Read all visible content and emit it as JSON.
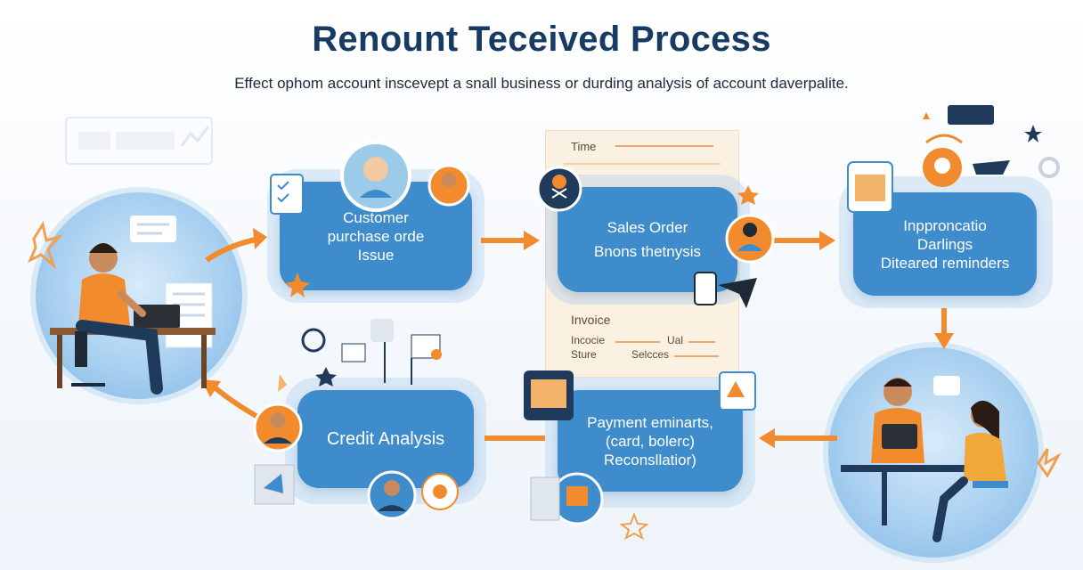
{
  "title": "Renount Teceived Process",
  "subtitle": "Effect ophom account inscevept a snall business or durding analysis of account daverpalite.",
  "steps": {
    "customer_po": [
      "Customer",
      "purchase orde",
      "Issue"
    ],
    "sales_order": [
      "Sales Order",
      "Bnons thetnysis"
    ],
    "invoicing": [
      "Inpproncatio",
      "Darlings",
      "Diteared reminders"
    ],
    "payment": [
      "Payment eminarts,",
      "(card, bolerc)",
      "Reconsllatior)"
    ],
    "credit": [
      "Credit Analysis"
    ]
  },
  "document": {
    "top_label": "Time",
    "heading": "Invoice",
    "row1_left": "Incocie",
    "row1_right": "Ual",
    "row2_left": "Sture",
    "row2_right": "Selcces"
  },
  "colors": {
    "box": "#3f8ccc",
    "arrow": "#f28a2e",
    "title": "#173b63",
    "shirt": "#f28a2e"
  },
  "icons": [
    "analyst-at-desk",
    "avatar",
    "chart-icon",
    "star-icon",
    "gear-icon",
    "two-people-at-desk"
  ]
}
